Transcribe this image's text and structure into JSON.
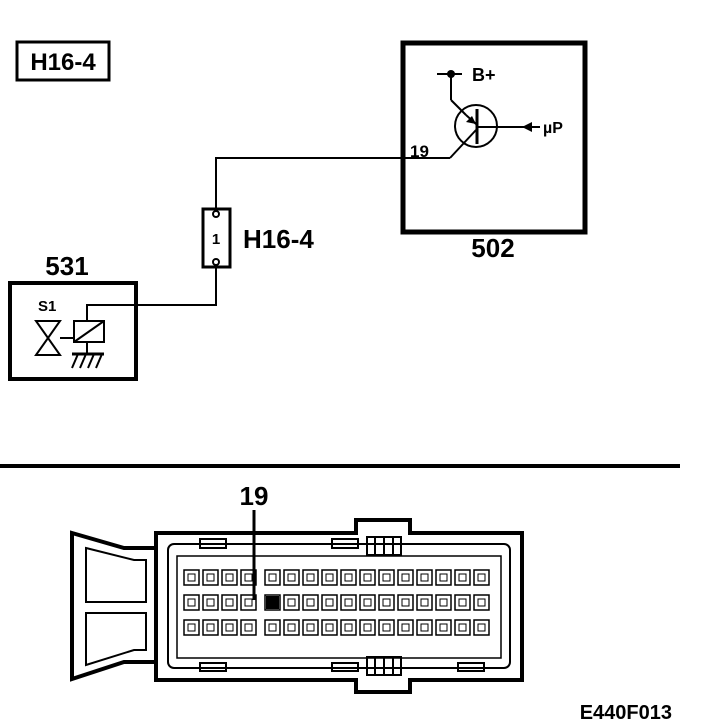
{
  "header": {
    "tag": "H16-4"
  },
  "components": {
    "control_unit": {
      "id": "502",
      "supply": "B+",
      "signal": "µP",
      "pin": "19"
    },
    "connector_in_line": {
      "id": "H16-4",
      "pin": "1"
    },
    "valve": {
      "id": "531",
      "switch": "S1"
    }
  },
  "connector_view": {
    "highlight_pin": "19"
  },
  "footer": {
    "code": "E440F013"
  },
  "colors": {
    "ink": "#000000",
    "paper": "#ffffff"
  }
}
